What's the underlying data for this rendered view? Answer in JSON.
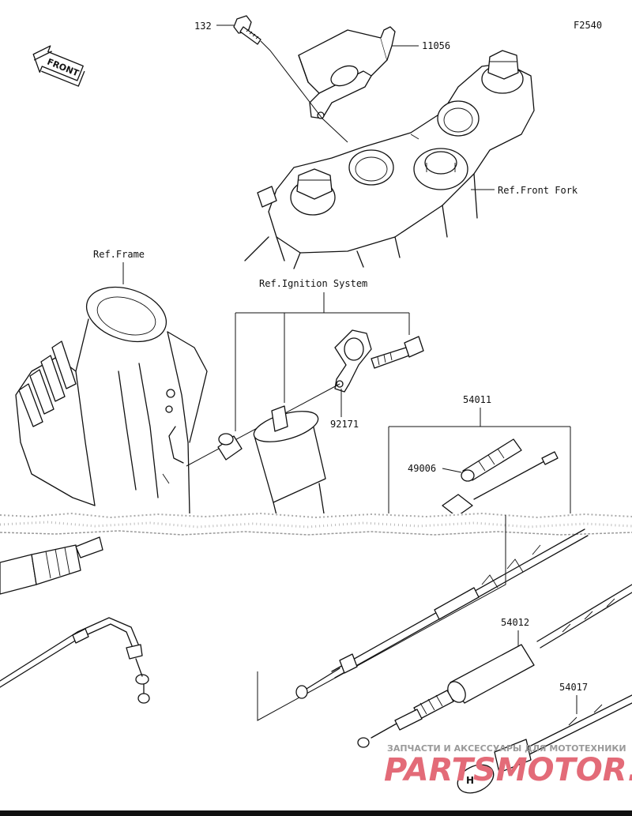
{
  "figure_code": "F2540",
  "front_label": "FRONT",
  "callouts": {
    "p132": "132",
    "p11056": "11056",
    "ref_front_fork": "Ref.Front Fork",
    "ref_frame": "Ref.Frame",
    "ref_ignition": "Ref.Ignition System",
    "p92171": "92171",
    "p54011": "54011",
    "p49006": "49006",
    "p54012": "54012",
    "p54017": "54017"
  },
  "watermark": {
    "line1": "ЗАПЧАСТИ И АКСЕССУАРЫ ДЛЯ МОТОТЕХНИКИ",
    "line2": "PARTSMOTOR.RU"
  },
  "colors": {
    "line": "#111111",
    "watermark_red": "#e36b78",
    "background": "#ffffff"
  }
}
